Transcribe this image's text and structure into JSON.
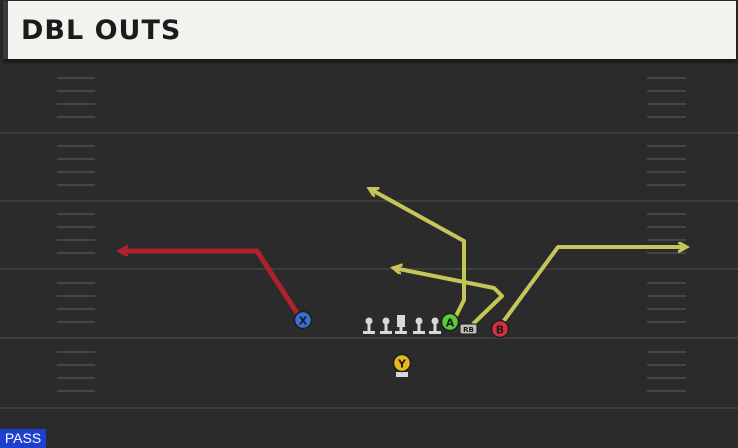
{
  "play_name": "DBL OUTS",
  "play_type_badge": "PASS",
  "players": {
    "x": {
      "label": "X",
      "color": "#3a6fd8"
    },
    "a": {
      "label": "A",
      "color": "#5ccc3a"
    },
    "b": {
      "label": "B",
      "color": "#d43040"
    },
    "y": {
      "label": "Y",
      "color": "#e8b820"
    },
    "rb": {
      "label": "RB"
    }
  },
  "colors": {
    "field": "#2b2b2b",
    "yard_line": "#3d3d3d",
    "hash": "#444444",
    "route_primary": "#c5c55a",
    "route_highlight": "#b0202e",
    "lineman": "#d8d8d8"
  }
}
